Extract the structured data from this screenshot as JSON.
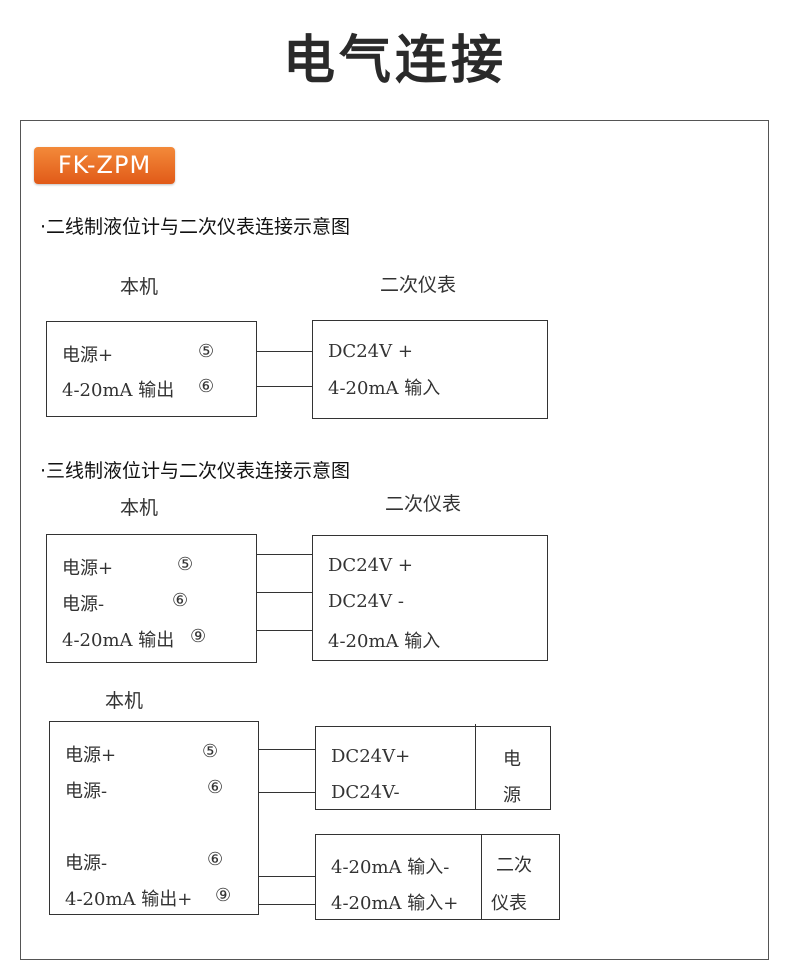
{
  "title": "电气连接",
  "badge": "FK-ZPM",
  "section1": {
    "heading": "·二线制液位计与二次仪表连接示意图",
    "left_label": "本机",
    "right_label": "二次仪表",
    "left_rows": [
      {
        "text": "电源+",
        "term": "⑤"
      },
      {
        "text": "4-20mA 输出",
        "term": "⑥"
      }
    ],
    "right_rows": [
      "DC24V +",
      "4-20mA 输入"
    ]
  },
  "section2": {
    "heading": "·三线制液位计与二次仪表连接示意图",
    "left_label": "本机",
    "right_label": "二次仪表",
    "left_rows": [
      {
        "text": "电源+",
        "term": "⑤"
      },
      {
        "text": "电源-",
        "term": "⑥"
      },
      {
        "text": "4-20mA 输出",
        "term": "⑨"
      }
    ],
    "right_rows": [
      "DC24V +",
      "DC24V -",
      "4-20mA 输入"
    ]
  },
  "section3": {
    "left_label": "本机",
    "left_rows": [
      {
        "text": "电源+",
        "term": "⑤"
      },
      {
        "text": "电源-",
        "term": "⑥"
      },
      {
        "text": "电源-",
        "term": "⑥"
      },
      {
        "text": "4-20mA 输出+",
        "term": "⑨"
      }
    ],
    "power_rows": [
      "DC24V+",
      "DC24V-"
    ],
    "power_side": [
      "电",
      "源"
    ],
    "meter_rows": [
      "4-20mA 输入-",
      "4-20mA 输入+"
    ],
    "meter_side": [
      "二次",
      "仪表"
    ]
  }
}
